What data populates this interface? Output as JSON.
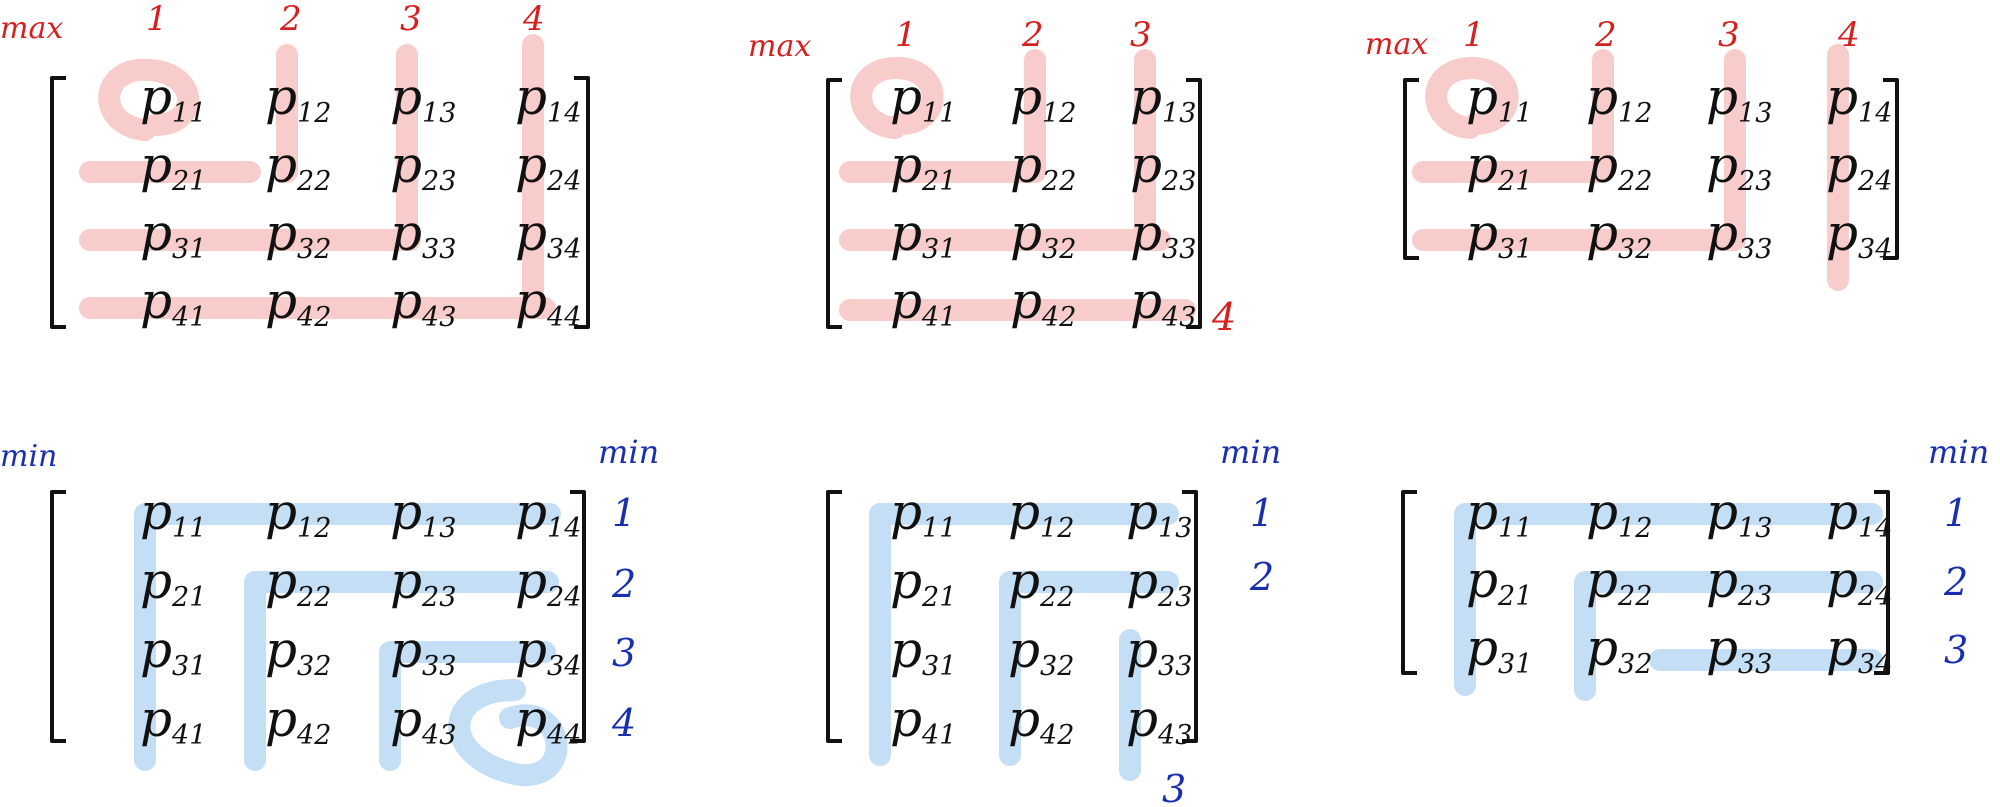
{
  "colors": {
    "ink": "#111111",
    "max_accent": "#d62020",
    "min_accent": "#1a2fb0",
    "max_stroke": "#f9cccc",
    "min_stroke": "#c4def5"
  },
  "panels": [
    {
      "row": "max",
      "corner_label": "max",
      "column_labels": [
        "1",
        "2",
        "3",
        "4"
      ],
      "side_labels": [],
      "extra_labels": [],
      "matrix": [
        [
          "p",
          "11",
          "p",
          "12",
          "p",
          "13",
          "p",
          "14"
        ],
        [
          "p",
          "21",
          "p",
          "22",
          "p",
          "23",
          "p",
          "24"
        ],
        [
          "p",
          "31",
          "p",
          "32",
          "p",
          "33",
          "p",
          "34"
        ],
        [
          "p",
          "41",
          "p",
          "42",
          "p",
          "43",
          "p",
          "44"
        ]
      ]
    },
    {
      "row": "max",
      "corner_label": "max",
      "column_labels": [
        "1",
        "2",
        "3"
      ],
      "side_labels": [],
      "extra_labels": [
        "4"
      ],
      "matrix": [
        [
          "p",
          "11",
          "p",
          "12",
          "p",
          "13"
        ],
        [
          "p",
          "21",
          "p",
          "22",
          "p",
          "23"
        ],
        [
          "p",
          "31",
          "p",
          "32",
          "p",
          "33"
        ],
        [
          "p",
          "41",
          "p",
          "42",
          "p",
          "43"
        ]
      ]
    },
    {
      "row": "max",
      "corner_label": "max",
      "column_labels": [
        "1",
        "2",
        "3",
        "4"
      ],
      "side_labels": [],
      "extra_labels": [],
      "matrix": [
        [
          "p",
          "11",
          "p",
          "12",
          "p",
          "13",
          "p",
          "14"
        ],
        [
          "p",
          "21",
          "p",
          "22",
          "p",
          "23",
          "p",
          "24"
        ],
        [
          "p",
          "31",
          "p",
          "32",
          "p",
          "33",
          "p",
          "34"
        ]
      ]
    },
    {
      "row": "min",
      "corner_label": "min",
      "side_header": "min",
      "column_labels": [],
      "side_labels": [
        "1",
        "2",
        "3",
        "4"
      ],
      "extra_labels": [],
      "matrix": [
        [
          "p",
          "11",
          "p",
          "12",
          "p",
          "13",
          "p",
          "14"
        ],
        [
          "p",
          "21",
          "p",
          "22",
          "p",
          "23",
          "p",
          "24"
        ],
        [
          "p",
          "31",
          "p",
          "32",
          "p",
          "33",
          "p",
          "34"
        ],
        [
          "p",
          "41",
          "p",
          "42",
          "p",
          "43",
          "p",
          "44"
        ]
      ]
    },
    {
      "row": "min",
      "side_header": "min",
      "column_labels": [],
      "side_labels": [
        "1",
        "2"
      ],
      "extra_labels": [
        "3"
      ],
      "matrix": [
        [
          "p",
          "11",
          "p",
          "12",
          "p",
          "13"
        ],
        [
          "p",
          "21",
          "p",
          "22",
          "p",
          "23"
        ],
        [
          "p",
          "31",
          "p",
          "32",
          "p",
          "33"
        ],
        [
          "p",
          "41",
          "p",
          "42",
          "p",
          "43"
        ]
      ]
    },
    {
      "row": "min",
      "side_header": "min",
      "column_labels": [],
      "side_labels": [
        "1",
        "2",
        "3"
      ],
      "extra_labels": [],
      "matrix": [
        [
          "p",
          "11",
          "p",
          "12",
          "p",
          "13",
          "p",
          "14"
        ],
        [
          "p",
          "21",
          "p",
          "22",
          "p",
          "23",
          "p",
          "24"
        ],
        [
          "p",
          "31",
          "p",
          "32",
          "p",
          "33",
          "p",
          "34"
        ]
      ]
    }
  ]
}
